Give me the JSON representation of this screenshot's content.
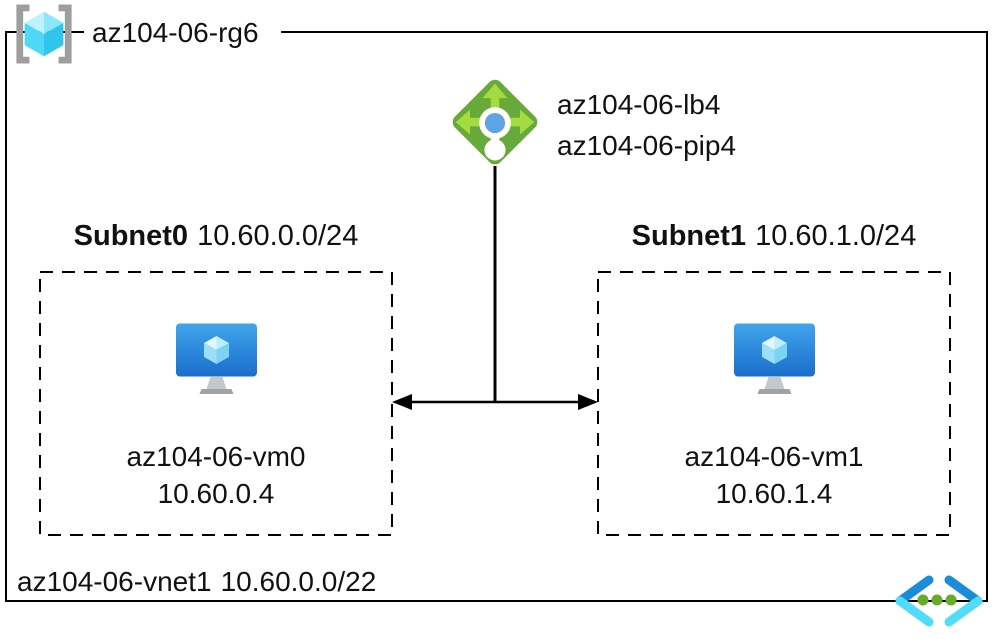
{
  "resource_group": {
    "name": "az104-06-rg6"
  },
  "load_balancer": {
    "name": "az104-06-lb4",
    "public_ip": "az104-06-pip4"
  },
  "subnets": [
    {
      "name": "Subnet0",
      "cidr": "10.60.0.0/24",
      "vm_name": "az104-06-vm0",
      "vm_ip": "10.60.0.4"
    },
    {
      "name": "Subnet1",
      "cidr": "10.60.1.0/24",
      "vm_name": "az104-06-vm1",
      "vm_ip": "10.60.1.4"
    }
  ],
  "vnet": {
    "name": "az104-06-vnet1",
    "cidr": "10.60.0.0/22"
  },
  "icons": {
    "resource_group": "resource-group-brackets-cube-icon",
    "load_balancer": "load-balancer-icon",
    "virtual_machine": "vm-monitor-icon",
    "virtual_network": "vnet-chevrons-icon"
  },
  "colors": {
    "outline": "#000000",
    "rg_bracket_gray": "#9E9E9E",
    "rg_cube_cyan": "#4ED8F6",
    "lb_green": "#68A93B",
    "lb_arrow_green": "#A4DB40",
    "lb_dot_blue": "#5FA3E7",
    "vm_screen_blue_top": "#41A4EC",
    "vm_screen_blue_bottom": "#1A6ECB",
    "vnet_chevron_blue": "#1B8CD9",
    "vnet_chevron_cyan": "#50DCFA",
    "vnet_dot_green": "#66AC29"
  }
}
